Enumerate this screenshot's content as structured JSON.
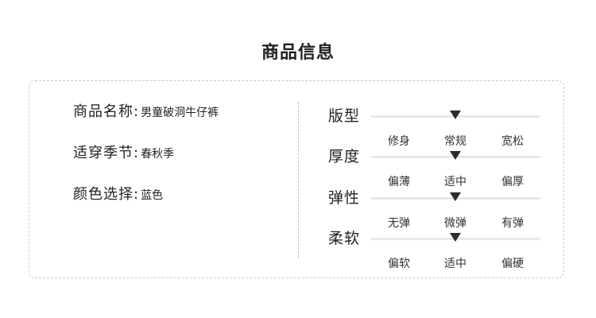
{
  "page_title": "商品信息",
  "info": [
    {
      "label": "商品名称:",
      "value": "男童破洞牛仔裤"
    },
    {
      "label": "适穿季节:",
      "value": "春秋季"
    },
    {
      "label": "颜色选择:",
      "value": "蓝色"
    }
  ],
  "attributes": [
    {
      "name": "版型",
      "options": [
        "修身",
        "常规",
        "宽松"
      ],
      "selected_index": 1
    },
    {
      "name": "厚度",
      "options": [
        "偏薄",
        "适中",
        "偏厚"
      ],
      "selected_index": 1
    },
    {
      "name": "弹性",
      "options": [
        "无弹",
        "微弹",
        "有弹"
      ],
      "selected_index": 1
    },
    {
      "name": "柔软",
      "options": [
        "偏软",
        "适中",
        "偏硬"
      ],
      "selected_index": 1
    }
  ],
  "colors": {
    "text": "#222222",
    "border": "#c9c9c9",
    "track": "#e8e8e8",
    "marker": "#2b2b2b"
  }
}
